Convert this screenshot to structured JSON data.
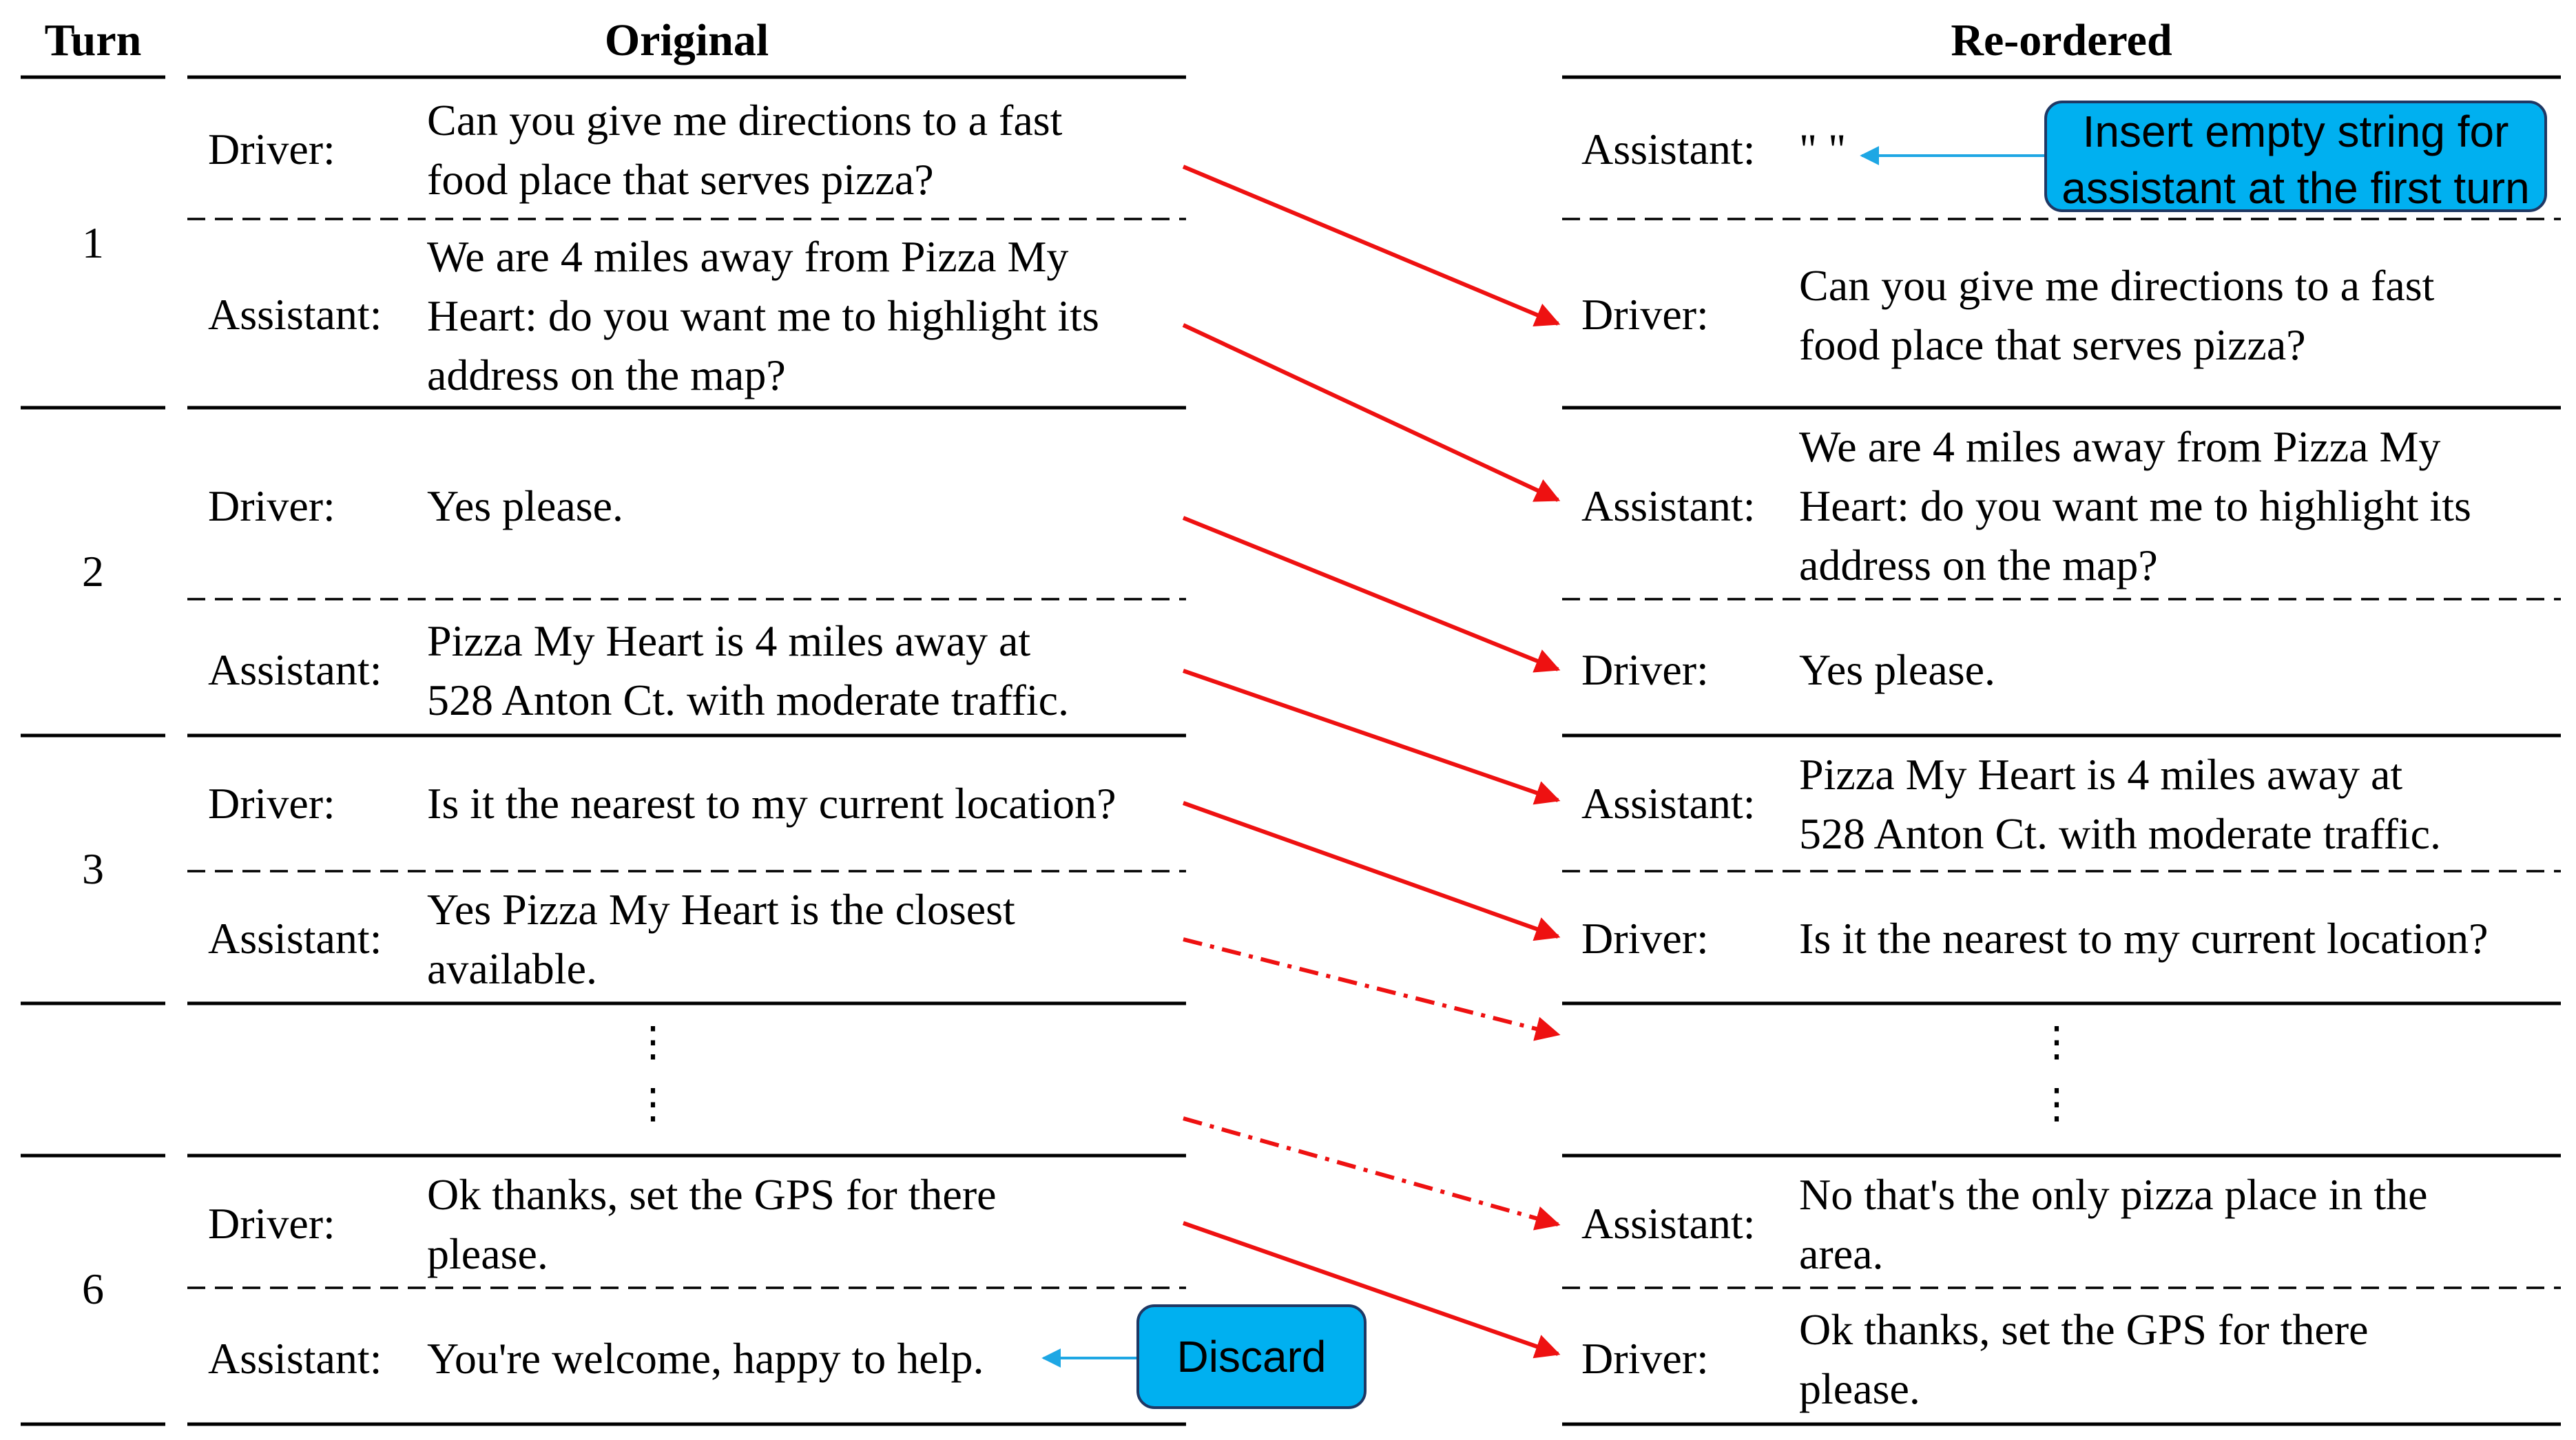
{
  "headers": {
    "turn": "Turn",
    "original": "Original",
    "reordered": "Re-ordered"
  },
  "turns": [
    "1",
    "2",
    "3",
    "6"
  ],
  "ellipsis": "⋮",
  "original": [
    {
      "speaker": "Driver:",
      "text": "Can you give me directions to a fast\nfood place that serves pizza?"
    },
    {
      "speaker": "Assistant:",
      "text": "We are 4 miles away from Pizza My\nHeart: do you want me to highlight its\naddress on the map?"
    },
    {
      "speaker": "Driver:",
      "text": "Yes please."
    },
    {
      "speaker": "Assistant:",
      "text": "Pizza My Heart is 4 miles away at\n528 Anton Ct. with moderate traffic."
    },
    {
      "speaker": "Driver:",
      "text": "Is it the nearest to my current location?"
    },
    {
      "speaker": "Assistant:",
      "text": "Yes Pizza My Heart is the closest\navailable."
    },
    {
      "speaker": "Driver:",
      "text": "Ok thanks, set the GPS for there\nplease."
    },
    {
      "speaker": "Assistant:",
      "text": "You're welcome, happy to help."
    }
  ],
  "reordered": [
    {
      "speaker": "Assistant:",
      "text": "\" \""
    },
    {
      "speaker": "Driver:",
      "text": "Can you give me directions to a fast\nfood place that serves pizza?"
    },
    {
      "speaker": "Assistant:",
      "text": "We are 4 miles away from Pizza My\nHeart: do you want me to highlight its\naddress on the map?"
    },
    {
      "speaker": "Driver:",
      "text": "Yes please."
    },
    {
      "speaker": "Assistant:",
      "text": "Pizza My Heart is 4 miles away at\n528 Anton Ct. with moderate traffic."
    },
    {
      "speaker": "Driver:",
      "text": "Is it the nearest to my current location?"
    },
    {
      "speaker": "Assistant:",
      "text": "No that's the only pizza place in the\narea."
    },
    {
      "speaker": "Driver:",
      "text": "Ok thanks, set the GPS for there\nplease."
    }
  ],
  "callouts": {
    "insert": "Insert empty string for\nassistant at the first turn",
    "discard": "Discard"
  },
  "colors": {
    "arrow": "#ee1111",
    "callout_fill": "#00b0f0",
    "callout_pointer": "#1ea7e4"
  }
}
